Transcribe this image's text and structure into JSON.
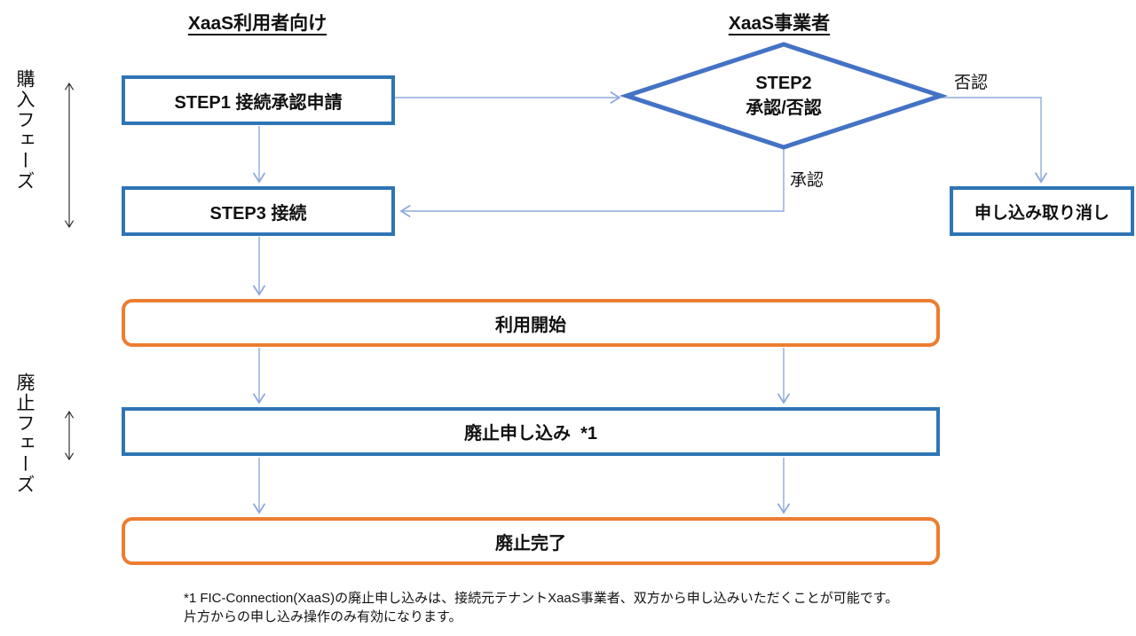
{
  "headers": {
    "consumer_label": "XaaS利用者向け",
    "provider_label": "XaaS事業者"
  },
  "phase_labels": {
    "purchase": "購入フェーズ",
    "disposal": "廃止フェーズ"
  },
  "flow": {
    "step1_label": "STEP1 接続承認申請",
    "step2_title": "STEP2",
    "step2_subtitle": "承認/否認",
    "step3_label": "STEP3 接続",
    "cancel_label": "申し込み取り消し",
    "usage_start_label": "利用開始",
    "disposal_request_label": "廃止申し込み  *1",
    "disposal_complete_label": "廃止完了",
    "deny_label": "否認",
    "approve_label": "承認"
  },
  "footnote": {
    "line1": "*1  FIC-Connection(XaaS)の廃止申し込みは、接続元テナントXaaS事業者、双方から申し込みいただくことが可能です。",
    "line2": "片方からの申し込み操作のみ有効になります。"
  },
  "colors": {
    "box_border_blue": "#2E75B6",
    "diamond_border_blue": "#4472C4",
    "connector_blue": "#8FAADC",
    "box_border_orange": "#ED7D31",
    "text": "#111111"
  }
}
